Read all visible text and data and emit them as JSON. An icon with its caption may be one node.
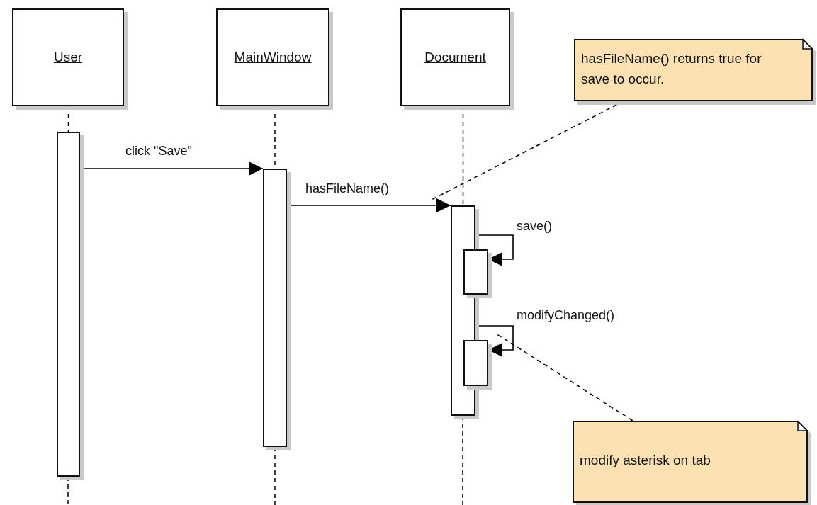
{
  "diagram": {
    "nodes": [
      {
        "text": [
          "User"
        ]
      },
      {
        "text": [
          "MainWindow"
        ]
      },
      {
        "text": [
          "Document"
        ]
      },
      {
        "text": [
          "hasFileName() returns true for save to occur."
        ]
      },
      {
        "text": [],
        "shape": "bar"
      },
      {
        "text": [],
        "shape": "bar"
      },
      {
        "text": [],
        "shape": "bar"
      },
      {
        "text": [],
        "shape": "bar"
      },
      {
        "text": [],
        "shape": "bar"
      },
      {
        "text": [
          "modify asterisk on tab"
        ]
      }
    ],
    "edges": [
      {
        "from": 0,
        "to": 4,
        "arrow": "none",
        "style": "dashed"
      },
      {
        "from": 1,
        "to": 5,
        "arrow": "none",
        "style": "dashed"
      },
      {
        "from": 2,
        "to": 6,
        "arrow": "none",
        "style": "dashed"
      },
      {
        "from": 4,
        "to": 5,
        "arrow": "to",
        "label": "click \"Save\""
      },
      {
        "from": 5,
        "to": 6,
        "arrow": "to",
        "label": "hasFileName()"
      },
      {
        "from": 6,
        "to": 7,
        "arrow": "to",
        "label": "save()"
      },
      {
        "from": 6,
        "to": 8,
        "arrow": "to",
        "label": "modifyChanged()"
      },
      {
        "from": 3,
        "to": null,
        "arrow": "none",
        "style": "dashed"
      },
      {
        "from": 9,
        "to": null,
        "arrow": "none",
        "style": "dashed"
      }
    ]
  }
}
